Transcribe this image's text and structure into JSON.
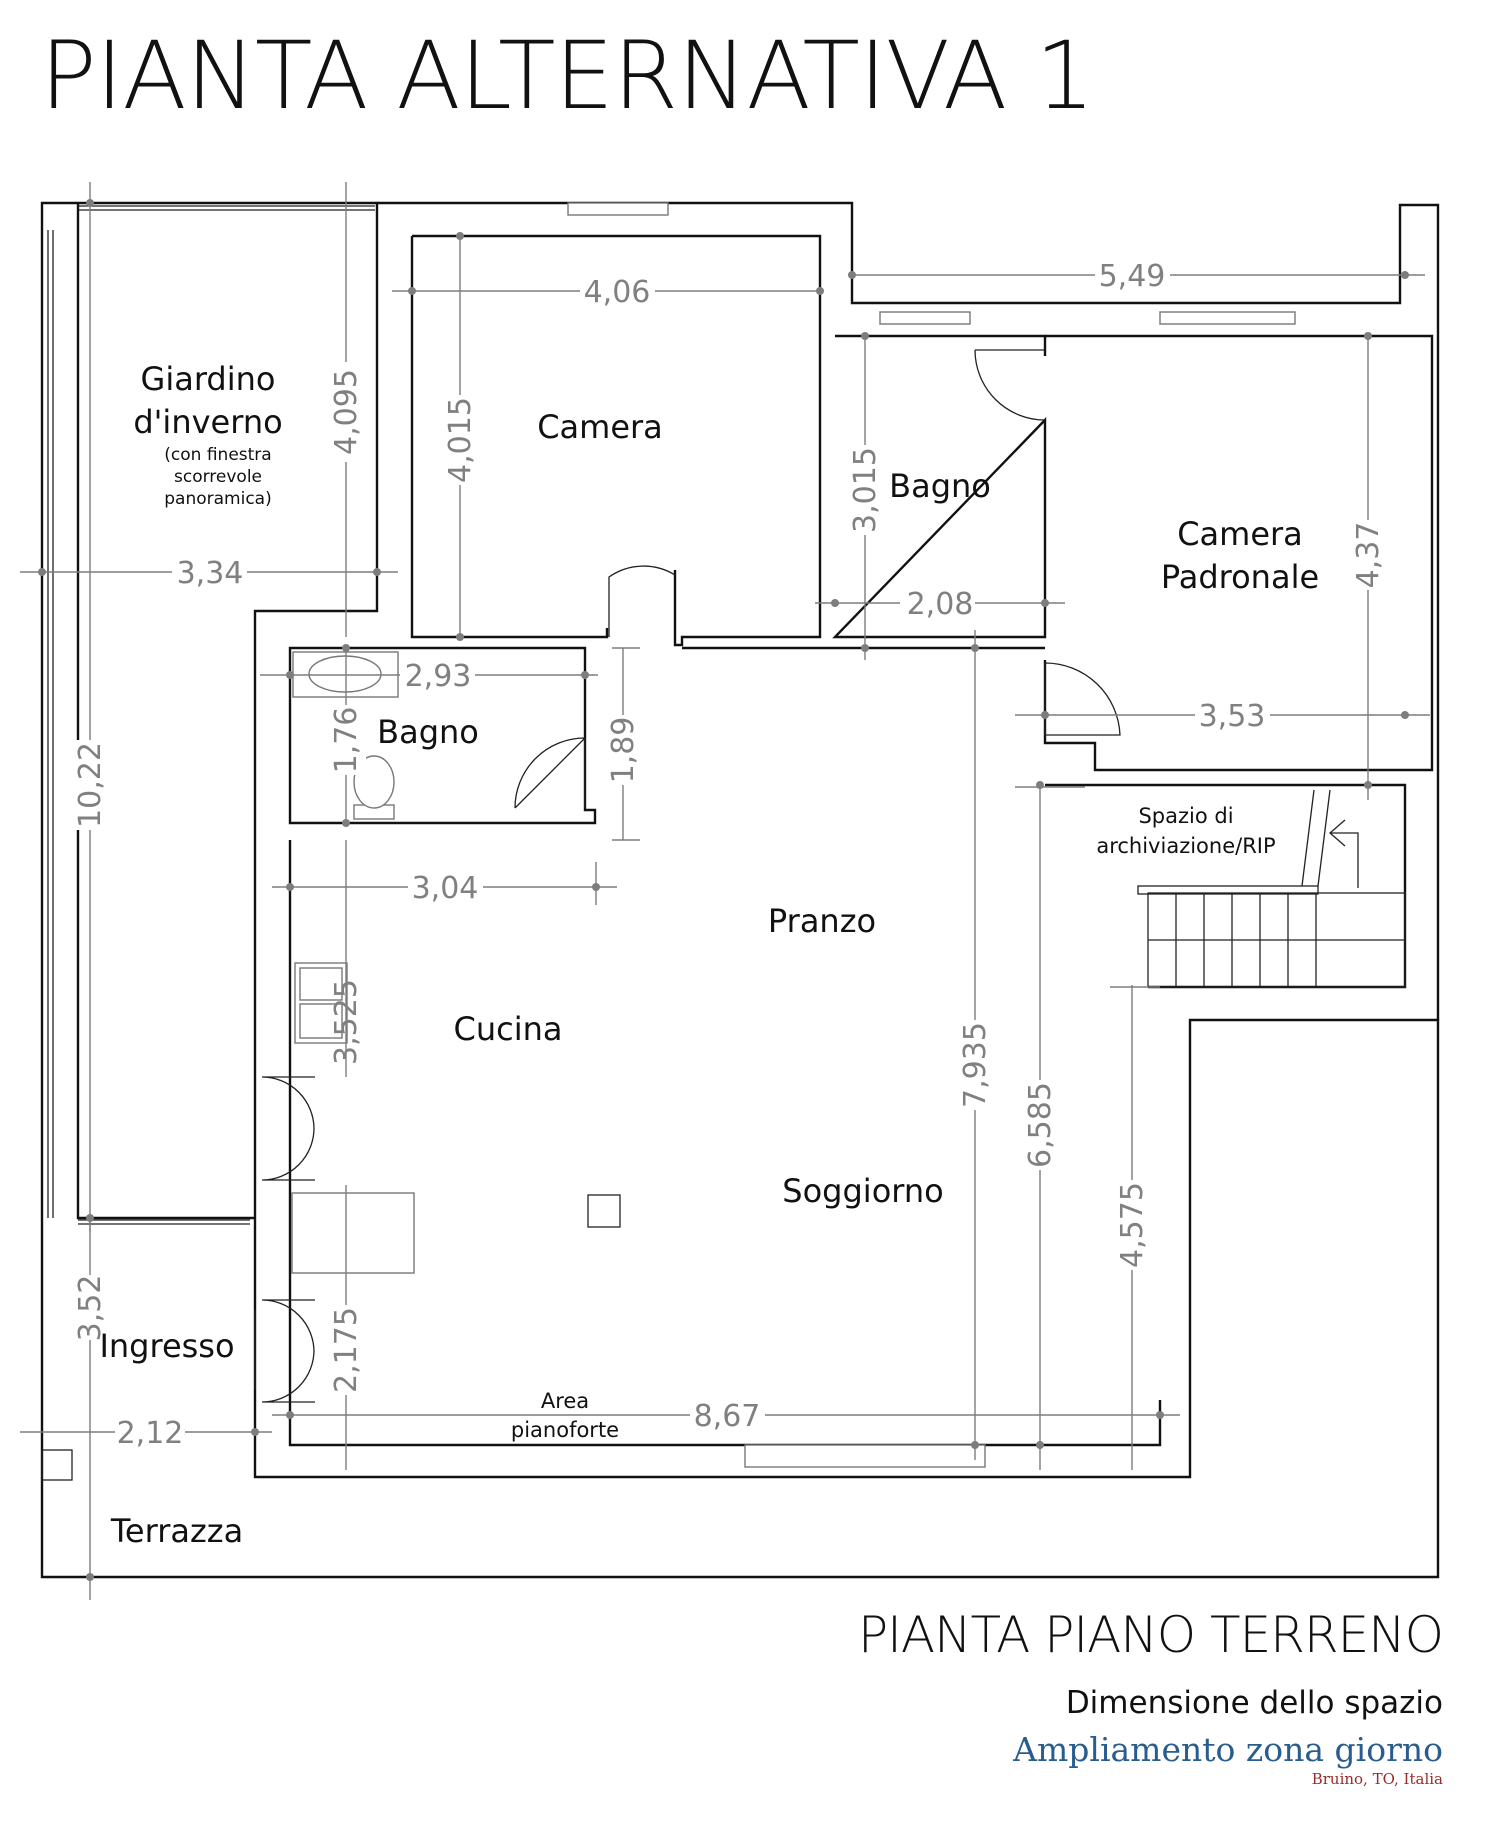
{
  "title": "PIANTA ALTERNATIVA 1",
  "rooms": {
    "giardino_line1": "Giardino",
    "giardino_line2": "d'inverno",
    "giardino_note1": "(con finestra",
    "giardino_note2": "scorrevole",
    "giardino_note3": "panoramica)",
    "camera": "Camera",
    "bagno_upper": "Bagno",
    "camera_padronale_line1": "Camera",
    "camera_padronale_line2": "Padronale",
    "bagno_lower": "Bagno",
    "spazio_line1": "Spazio di",
    "spazio_line2": "archiviazione/RIP",
    "pranzo": "Pranzo",
    "cucina": "Cucina",
    "soggiorno": "Soggiorno",
    "ingresso": "Ingresso",
    "area_line1": "Area",
    "area_line2": "pianoforte",
    "terrazza": "Terrazza"
  },
  "dimensions": {
    "d_406": "4,06",
    "d_549": "5,49",
    "d_4095": "4,095",
    "d_4015": "4,015",
    "d_3015": "3,015",
    "d_437": "4,37",
    "d_334": "3,34",
    "d_208": "2,08",
    "d_293": "2,93",
    "d_353": "3,53",
    "d_176": "1,76",
    "d_189": "1,89",
    "d_1022": "10,22",
    "d_304": "3,04",
    "d_3525": "3,525",
    "d_7935": "7,935",
    "d_6585": "6,585",
    "d_4575": "4,575",
    "d_352": "3,52",
    "d_2175": "2,175",
    "d_212": "2,12",
    "d_867": "8,67"
  },
  "footer": {
    "plan_title": "PIANTA PIANO TERRENO",
    "subtitle": "Dimensione dello spazio",
    "project": "Ampliamento zona giorno",
    "location": "Bruino, TO, Italia"
  },
  "colors": {
    "walls": "#111111",
    "dimension_lines": "#7d7d7d",
    "project_text": "#2a5d8f",
    "location_text": "#9b2a2a"
  }
}
